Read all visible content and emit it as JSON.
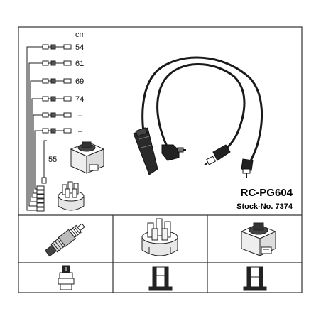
{
  "unit_label": "cm",
  "wire_lengths": [
    "54",
    "61",
    "69",
    "74",
    "–",
    "–"
  ],
  "coil_lead_length": "55",
  "product": {
    "code": "RC-PG604",
    "stock_label": "Stock-No. 7374"
  },
  "icons": {
    "spark_plug": "spark-plug-icon",
    "distributor_cap": "distributor-cap-icon",
    "ignition_coil": "ignition-coil-icon",
    "plug_terminal": "plug-terminal-icon",
    "cap_terminal": "cap-terminal-icon",
    "coil_terminal": "coil-terminal-icon"
  },
  "colors": {
    "ink": "#111111",
    "frame": "#333333",
    "cable": "#1a1a1a"
  }
}
